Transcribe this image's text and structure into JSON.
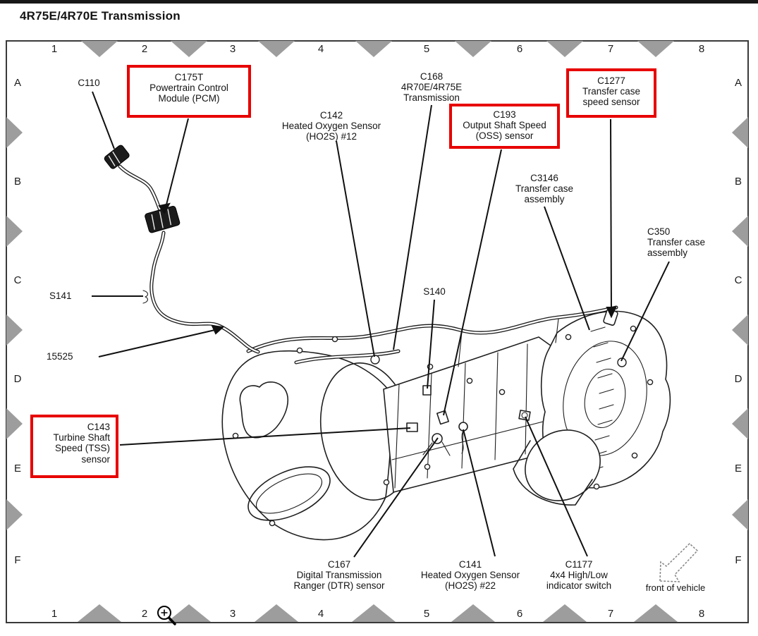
{
  "page": {
    "title": "4R75E/4R70E Transmission"
  },
  "grid": {
    "columns": [
      "1",
      "2",
      "3",
      "4",
      "5",
      "6",
      "7",
      "8"
    ],
    "rows": [
      "A",
      "B",
      "C",
      "D",
      "E",
      "F"
    ]
  },
  "callouts": {
    "c110": {
      "lines": [
        "C110"
      ],
      "highlighted": false
    },
    "c175t": {
      "lines": [
        "C175T",
        "Powertrain Control",
        "Module (PCM)"
      ],
      "highlighted": true
    },
    "c142": {
      "lines": [
        "C142",
        "Heated Oxygen Sensor",
        "(HO2S) #12"
      ],
      "highlighted": false
    },
    "c168": {
      "lines": [
        "C168",
        "4R70E/4R75E",
        "Transmission"
      ],
      "highlighted": false
    },
    "c193": {
      "lines": [
        "C193",
        "Output Shaft Speed",
        "(OSS) sensor"
      ],
      "highlighted": true
    },
    "c1277": {
      "lines": [
        "C1277",
        "Transfer case",
        "speed sensor"
      ],
      "highlighted": true
    },
    "c3146": {
      "lines": [
        "C3146",
        "Transfer case",
        "assembly"
      ],
      "highlighted": false
    },
    "c350": {
      "lines": [
        "C350",
        "Transfer case",
        "assembly"
      ],
      "highlighted": false
    },
    "s141": {
      "lines": [
        "S141"
      ],
      "highlighted": false
    },
    "wire15525": {
      "lines": [
        "15525"
      ],
      "highlighted": false
    },
    "s140": {
      "lines": [
        "S140"
      ],
      "highlighted": false
    },
    "c143": {
      "lines": [
        "C143",
        "Turbine Shaft",
        "Speed (TSS)",
        "sensor"
      ],
      "highlighted": true
    },
    "c167": {
      "lines": [
        "C167",
        "Digital Transmission",
        "Ranger (DTR) sensor"
      ],
      "highlighted": false
    },
    "c141": {
      "lines": [
        "C141",
        "Heated Oxygen Sensor",
        "(HO2S) #22"
      ],
      "highlighted": false
    },
    "c1177": {
      "lines": [
        "C1177",
        "4x4 High/Low",
        "indicator switch"
      ],
      "highlighted": false
    }
  },
  "annotations": {
    "front_of_vehicle": "front of vehicle"
  },
  "icons": {
    "zoom_cursor": "magnifier-plus-icon",
    "front_arrow": "arrow-down-left-icon",
    "grid_markers": "gray-triangle-markers"
  },
  "colors": {
    "highlight_box": "#e80000",
    "marker_gray": "#9d9d9d",
    "line_black": "#1a1a1a",
    "page_background": "#ffffff"
  }
}
